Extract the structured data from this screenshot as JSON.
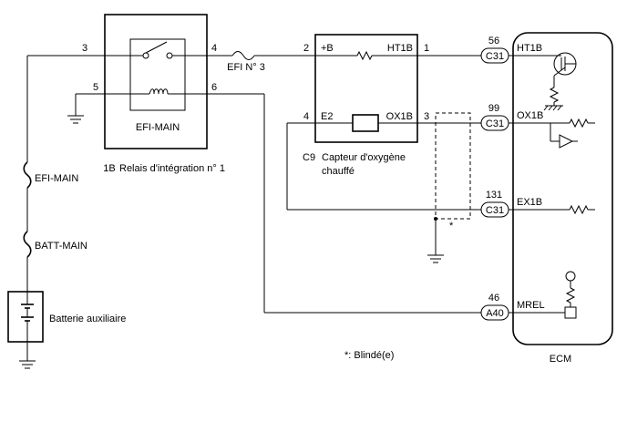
{
  "relay": {
    "pin_top_left": "3",
    "pin_top_right": "4",
    "pin_bottom_left": "5",
    "pin_bottom_right": "6",
    "name": "EFI-MAIN",
    "connector_id": "1B",
    "title": "Relais d'intégration n° 1"
  },
  "fuses": {
    "efi_no3": "EFI N° 3",
    "efi_main": "EFI-MAIN",
    "batt_main": "BATT-MAIN"
  },
  "battery": {
    "label": "Batterie auxiliaire"
  },
  "sensor": {
    "connector_id": "C9",
    "title_line1": "Capteur d'oxygène",
    "title_line2": "chauffé",
    "terminals": {
      "plus_b": "+B",
      "ht1b": "HT1B",
      "e2": "E2",
      "ox1b": "OX1B"
    },
    "pins": {
      "plus_b": "2",
      "ht1b": "1",
      "e2": "4",
      "ox1b": "3"
    }
  },
  "ecm": {
    "label": "ECM",
    "connectors": [
      {
        "pin": "56",
        "connector": "C31",
        "terminal": "HT1B"
      },
      {
        "pin": "99",
        "connector": "C31",
        "terminal": "OX1B"
      },
      {
        "pin": "131",
        "connector": "C31",
        "terminal": "EX1B"
      },
      {
        "pin": "46",
        "connector": "A40",
        "terminal": "MREL"
      }
    ]
  },
  "shield_marker": "*",
  "footnote": "*: Blindé(e)"
}
